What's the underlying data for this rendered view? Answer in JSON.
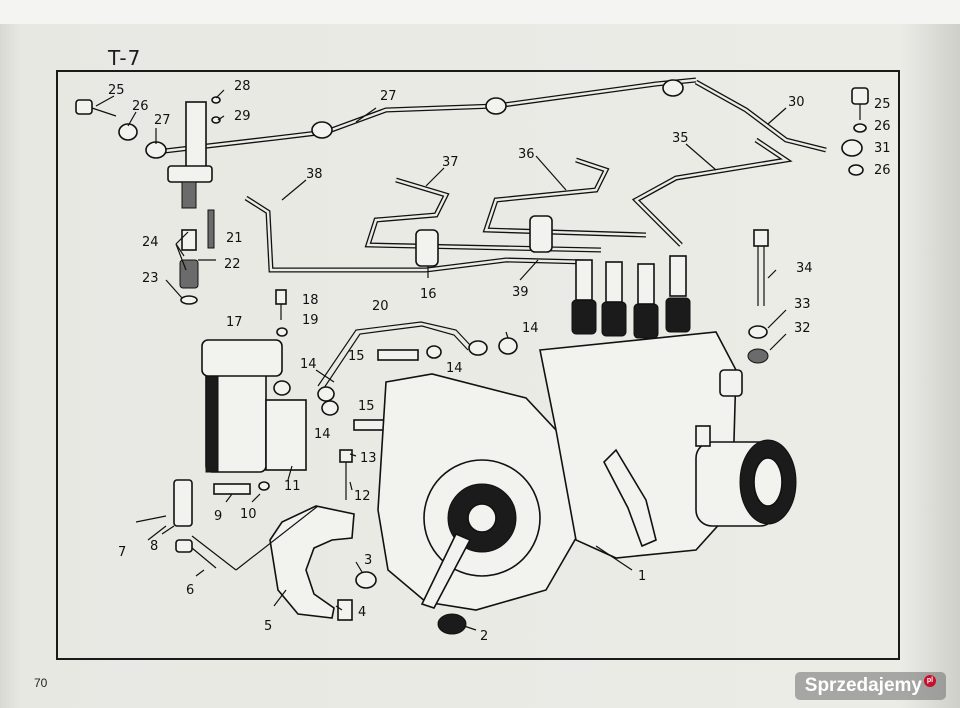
{
  "sheet": {
    "title": "T-7",
    "page_number": "70"
  },
  "watermark": {
    "text": "Sprzedajemy",
    "badge": "pl"
  },
  "callouts": [
    {
      "id": "c1",
      "text": "1"
    },
    {
      "id": "c2",
      "text": "2"
    },
    {
      "id": "c3",
      "text": "3"
    },
    {
      "id": "c4",
      "text": "4"
    },
    {
      "id": "c5",
      "text": "5"
    },
    {
      "id": "c6",
      "text": "6"
    },
    {
      "id": "c7",
      "text": "7"
    },
    {
      "id": "c8",
      "text": "8"
    },
    {
      "id": "c9",
      "text": "9"
    },
    {
      "id": "c10",
      "text": "10"
    },
    {
      "id": "c11",
      "text": "11"
    },
    {
      "id": "c12",
      "text": "12"
    },
    {
      "id": "c13",
      "text": "13"
    },
    {
      "id": "c14a",
      "text": "14"
    },
    {
      "id": "c14b",
      "text": "14"
    },
    {
      "id": "c14c",
      "text": "14"
    },
    {
      "id": "c14d",
      "text": "14"
    },
    {
      "id": "c15a",
      "text": "15"
    },
    {
      "id": "c15b",
      "text": "15"
    },
    {
      "id": "c16",
      "text": "16"
    },
    {
      "id": "c17",
      "text": "17"
    },
    {
      "id": "c18",
      "text": "18"
    },
    {
      "id": "c19",
      "text": "19"
    },
    {
      "id": "c20",
      "text": "20"
    },
    {
      "id": "c21",
      "text": "21"
    },
    {
      "id": "c22",
      "text": "22"
    },
    {
      "id": "c23",
      "text": "23"
    },
    {
      "id": "c24",
      "text": "24"
    },
    {
      "id": "c25a",
      "text": "25"
    },
    {
      "id": "c25b",
      "text": "25"
    },
    {
      "id": "c26a",
      "text": "26"
    },
    {
      "id": "c26b",
      "text": "26"
    },
    {
      "id": "c26c",
      "text": "26"
    },
    {
      "id": "c27a",
      "text": "27"
    },
    {
      "id": "c27b",
      "text": "27"
    },
    {
      "id": "c28",
      "text": "28"
    },
    {
      "id": "c29",
      "text": "29"
    },
    {
      "id": "c30",
      "text": "30"
    },
    {
      "id": "c31",
      "text": "31"
    },
    {
      "id": "c32",
      "text": "32"
    },
    {
      "id": "c33",
      "text": "33"
    },
    {
      "id": "c34",
      "text": "34"
    },
    {
      "id": "c35",
      "text": "35"
    },
    {
      "id": "c36",
      "text": "36"
    },
    {
      "id": "c37",
      "text": "37"
    },
    {
      "id": "c38",
      "text": "38"
    },
    {
      "id": "c39",
      "text": "39"
    }
  ]
}
